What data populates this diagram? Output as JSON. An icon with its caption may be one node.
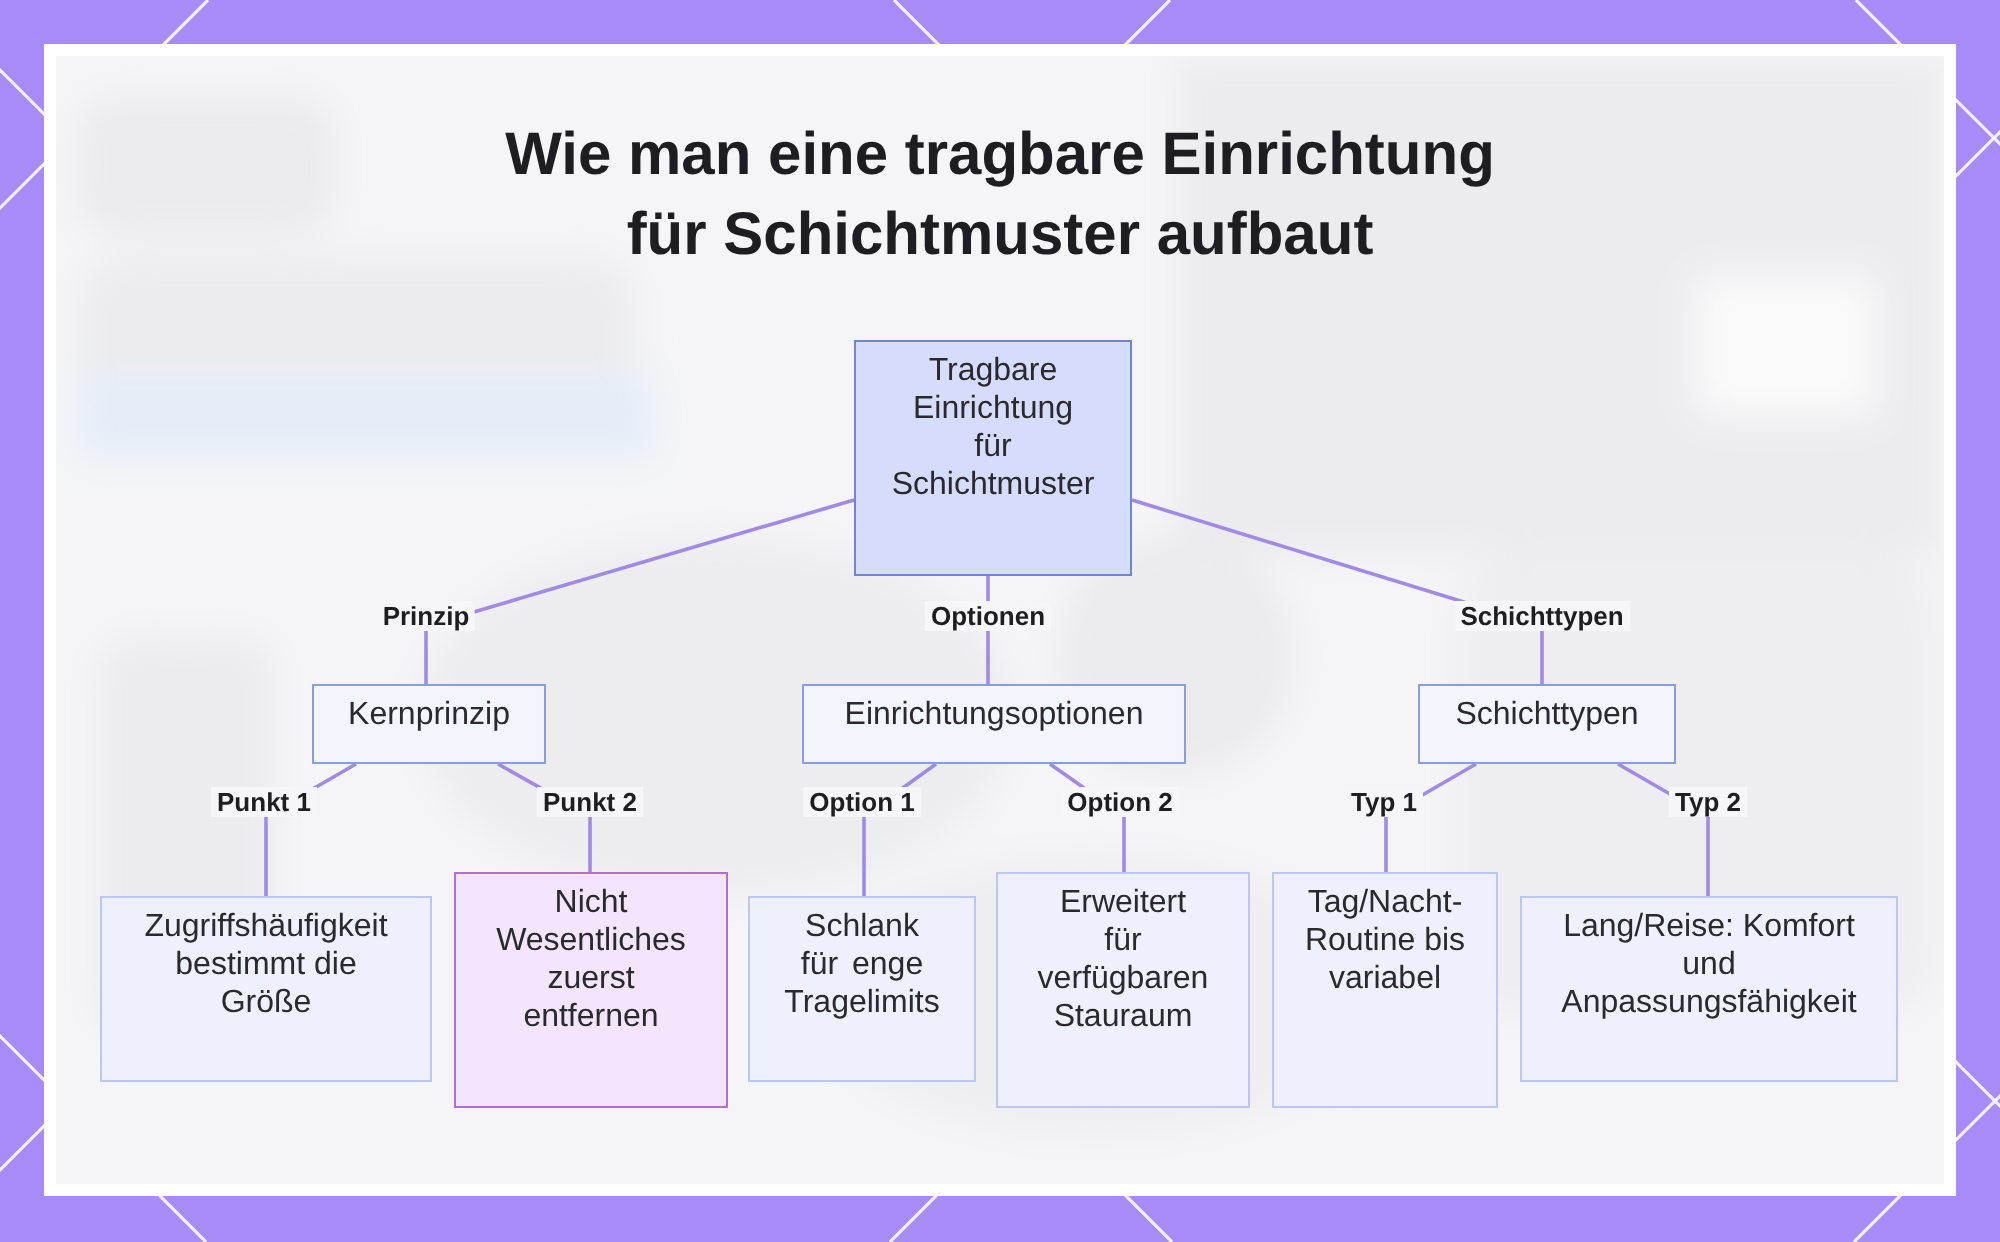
{
  "diagram": {
    "title": "Wie man eine tragbare Einrichtung für Schichtmuster aufbaut",
    "nodes": [
      {
        "text": [
          "Tragbare Einrichtung für Schichtmuster"
        ]
      },
      {
        "text": [
          "Kernprinzip"
        ]
      },
      {
        "text": [
          "Einrichtungsoptionen"
        ]
      },
      {
        "text": [
          "Schichttypen"
        ]
      },
      {
        "text": [
          "Zugriffshäufigkeit bestimmt die Größe"
        ]
      },
      {
        "text": [
          "Nicht Wesentliches zuerst entfernen"
        ]
      },
      {
        "text": [
          "Schlank für enge Tragelimits"
        ]
      },
      {
        "text": [
          "Erweitert für verfügbaren Stauraum"
        ]
      },
      {
        "text": [
          "Tag/Nacht-Routine bis variabel"
        ]
      },
      {
        "text": [
          "Lang/Reise: Komfort und Anpassungsfähigkeit"
        ]
      }
    ],
    "edges": [
      {
        "from": 0,
        "to": 1,
        "arrow": "none",
        "label": "Prinzip"
      },
      {
        "from": 0,
        "to": 2,
        "arrow": "none",
        "label": "Optionen"
      },
      {
        "from": 0,
        "to": 3,
        "arrow": "none",
        "label": "Schichttypen"
      },
      {
        "from": 1,
        "to": 4,
        "arrow": "none",
        "label": "Punkt 1"
      },
      {
        "from": 1,
        "to": 5,
        "arrow": "none",
        "label": "Punkt 2"
      },
      {
        "from": 2,
        "to": 6,
        "arrow": "none",
        "label": "Option 1"
      },
      {
        "from": 2,
        "to": 7,
        "arrow": "none",
        "label": "Option 2"
      },
      {
        "from": 3,
        "to": 8,
        "arrow": "none",
        "label": "Typ 1"
      },
      {
        "from": 3,
        "to": 9,
        "arrow": "none",
        "label": "Typ 2"
      }
    ]
  }
}
